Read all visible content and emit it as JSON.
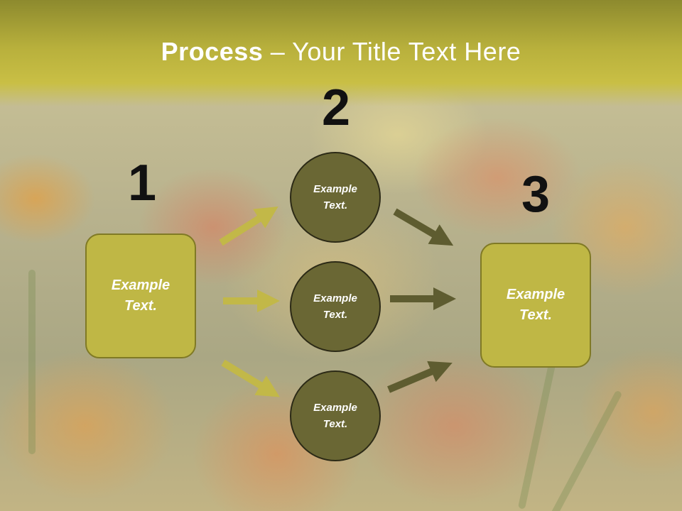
{
  "title": {
    "bold": "Process",
    "dash": " – ",
    "rest": "Your Title Text Here"
  },
  "steps": [
    {
      "number": "1",
      "text": "Example Text."
    },
    {
      "number": "2",
      "circles": [
        "Example Text.",
        "Example Text.",
        "Example Text."
      ]
    },
    {
      "number": "3",
      "text": "Example Text."
    }
  ],
  "colors": {
    "header": "#b8b03c",
    "box_fill": "#bfb745",
    "circle_fill": "#6a6734",
    "arrow_light": "#c2b848",
    "arrow_dark": "#5e5c30"
  }
}
